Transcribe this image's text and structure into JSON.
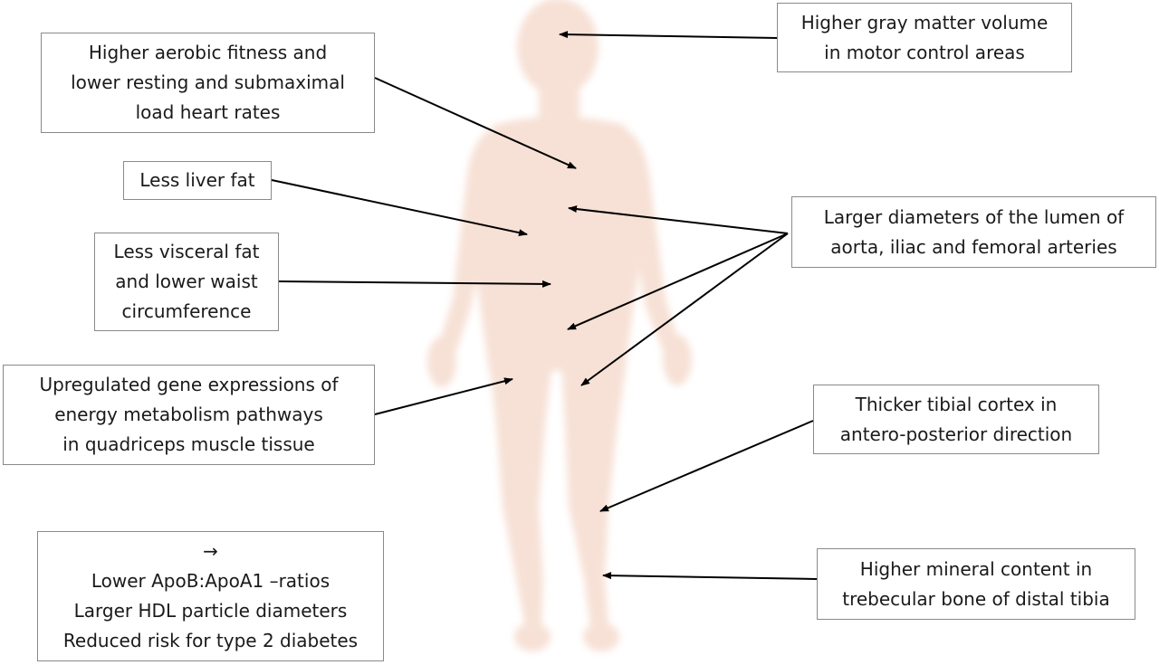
{
  "colors": {
    "silhouette": "#f7e1d6",
    "arrow": "#000000",
    "box_border": "#8a8a8a"
  },
  "annotations": {
    "gray_matter": [
      "Higher gray matter volume",
      "in motor control areas"
    ],
    "aerobic": [
      "Higher aerobic fitness and",
      "lower resting and submaximal",
      "load heart rates"
    ],
    "liver": [
      "Less liver fat"
    ],
    "visceral": [
      "Less visceral fat",
      "and lower waist",
      "circumference"
    ],
    "arteries": [
      "Larger diameters of the lumen of",
      "aorta, iliac and femoral arteries"
    ],
    "gene": [
      "Upregulated gene expressions of",
      "energy metabolism pathways",
      "in quadriceps muscle tissue"
    ],
    "tibial": [
      "Thicker tibial cortex in",
      "antero-posterior direction"
    ],
    "mineral": [
      "Higher mineral content in",
      "trebecular bone of distal tibia"
    ],
    "blood": [
      "→",
      "Lower ApoB:ApoA1 –ratios",
      "Larger HDL particle diameters",
      "Reduced risk for type 2 diabetes"
    ]
  }
}
